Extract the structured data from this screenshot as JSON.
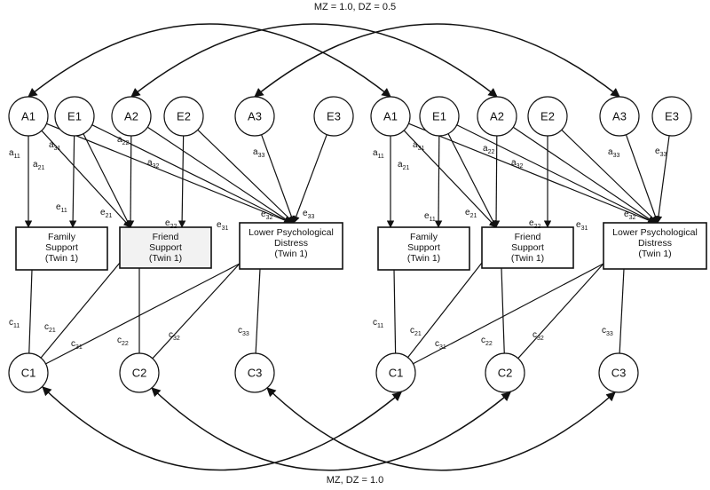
{
  "correlation_labels": {
    "top": "MZ = 1.0, DZ = 0.5",
    "bottom": "MZ, DZ = 1.0"
  },
  "twins": [
    {
      "latents": {
        "A1": "A1",
        "E1": "E1",
        "A2": "A2",
        "E2": "E2",
        "A3": "A3",
        "E3": "E3",
        "C1": "C1",
        "C2": "C2",
        "C3": "C3"
      },
      "measures": [
        {
          "line1": "Family",
          "line2": "Support",
          "line3": "(Twin 1)"
        },
        {
          "line1": "Friend",
          "line2": "Support",
          "line3": "(Twin 1)"
        },
        {
          "line1": "Lower Psychological",
          "line2": "Distress",
          "line3": "(Twin 1)"
        }
      ],
      "paths": {
        "a11": [
          "a",
          "11"
        ],
        "a21": [
          "a",
          "21"
        ],
        "a31": [
          "a",
          "31"
        ],
        "a22": [
          "a",
          "22"
        ],
        "a32": [
          "a",
          "32"
        ],
        "a33": [
          "a",
          "33"
        ],
        "e11": [
          "e",
          "11"
        ],
        "e21": [
          "e",
          "21"
        ],
        "e31": [
          "e",
          "31"
        ],
        "e22": [
          "e",
          "22"
        ],
        "e32": [
          "e",
          "32"
        ],
        "e33": [
          "e",
          "33"
        ],
        "c11": [
          "c",
          "11"
        ],
        "c21": [
          "c",
          "21"
        ],
        "c31": [
          "c",
          "31"
        ],
        "c22": [
          "c",
          "22"
        ],
        "c32": [
          "c",
          "32"
        ],
        "c33": [
          "c",
          "33"
        ]
      }
    },
    {
      "latents": {
        "A1": "A1",
        "E1": "E1",
        "A2": "A2",
        "E2": "E2",
        "A3": "A3",
        "E3": "E3",
        "C1": "C1",
        "C2": "C2",
        "C3": "C3"
      },
      "measures": [
        {
          "line1": "Family",
          "line2": "Support",
          "line3": "(Twin 1)"
        },
        {
          "line1": "Friend",
          "line2": "Support",
          "line3": "(Twin 1)"
        },
        {
          "line1": "Lower Psychological",
          "line2": "Distress",
          "line3": "(Twin 1)"
        }
      ],
      "paths": {
        "a11": [
          "a",
          "11"
        ],
        "a21": [
          "a",
          "21"
        ],
        "a31": [
          "a",
          "31"
        ],
        "a22": [
          "a",
          "22"
        ],
        "a32": [
          "a",
          "32"
        ],
        "a33": [
          "a",
          "33"
        ],
        "e11": [
          "e",
          "11"
        ],
        "e21": [
          "e",
          "21"
        ],
        "e31": [
          "e",
          "31"
        ],
        "e22": [
          "e",
          "22"
        ],
        "e32": [
          "e",
          "32"
        ],
        "e33": [
          "e",
          "33"
        ],
        "c11": [
          "c",
          "11"
        ],
        "c21": [
          "c",
          "21"
        ],
        "c31": [
          "c",
          "31"
        ],
        "c22": [
          "c",
          "22"
        ],
        "c32": [
          "c",
          "32"
        ],
        "c33": [
          "c",
          "33"
        ]
      }
    }
  ]
}
